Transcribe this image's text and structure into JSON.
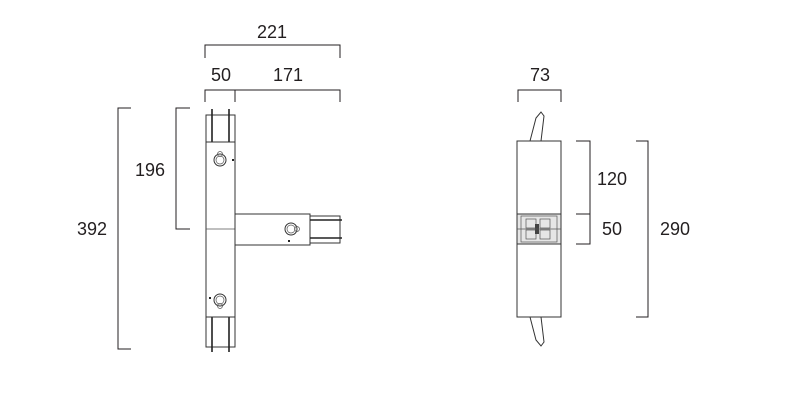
{
  "top_view": {
    "dims": {
      "overall_width": "221",
      "left_width": "50",
      "arm_length": "171",
      "overall_height": "392",
      "half_height": "196"
    }
  },
  "side_view": {
    "dims": {
      "width": "73",
      "upper_height": "120",
      "insert_height": "50",
      "body_height": "290"
    }
  }
}
